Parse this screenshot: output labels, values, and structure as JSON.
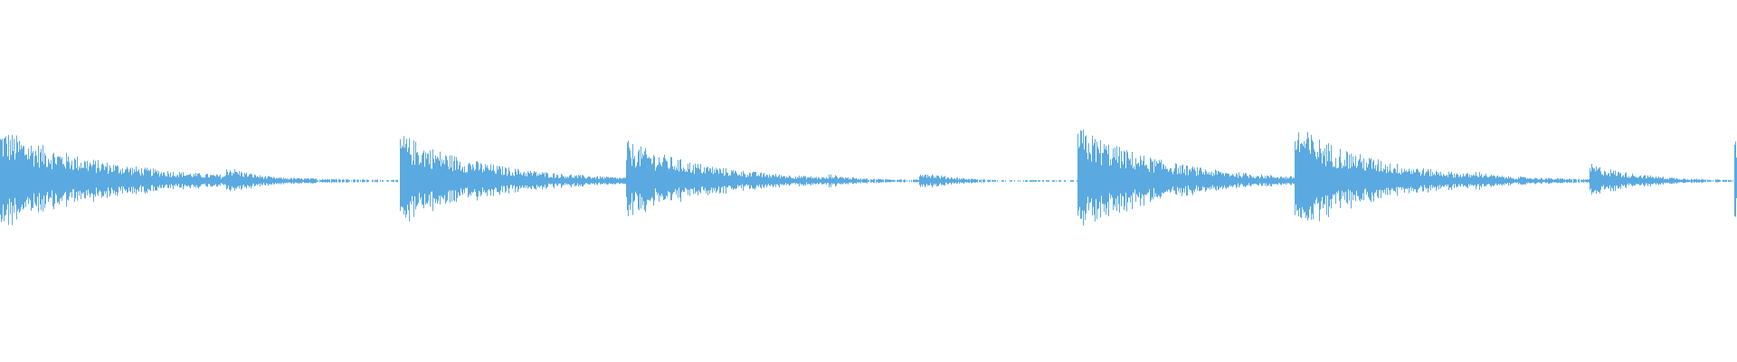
{
  "waveform": {
    "color": "#5aa9e0",
    "background": "#ffffff",
    "clip_events": [
      {
        "start": 0.0,
        "peak": 0.3,
        "decay": 0.06
      },
      {
        "start": 0.13,
        "peak": 0.09,
        "decay": 0.02
      },
      {
        "start": 0.23,
        "peak": 0.27,
        "decay": 0.05
      },
      {
        "start": 0.248,
        "peak": 0.17,
        "decay": 0.03
      },
      {
        "start": 0.36,
        "peak": 0.23,
        "decay": 0.05
      },
      {
        "start": 0.395,
        "peak": 0.07,
        "decay": 0.02
      },
      {
        "start": 0.477,
        "peak": 0.04,
        "decay": 0.02
      },
      {
        "start": 0.529,
        "peak": 0.06,
        "decay": 0.02
      },
      {
        "start": 0.62,
        "peak": 0.31,
        "decay": 0.05
      },
      {
        "start": 0.635,
        "peak": 0.11,
        "decay": 0.02
      },
      {
        "start": 0.654,
        "peak": 0.14,
        "decay": 0.03
      },
      {
        "start": 0.745,
        "peak": 0.32,
        "decay": 0.05
      },
      {
        "start": 0.777,
        "peak": 0.06,
        "decay": 0.02
      },
      {
        "start": 0.849,
        "peak": 0.06,
        "decay": 0.02
      },
      {
        "start": 0.915,
        "peak": 0.1,
        "decay": 0.03
      },
      {
        "start": 0.998,
        "peak": 0.25,
        "decay": 0.03
      }
    ]
  }
}
